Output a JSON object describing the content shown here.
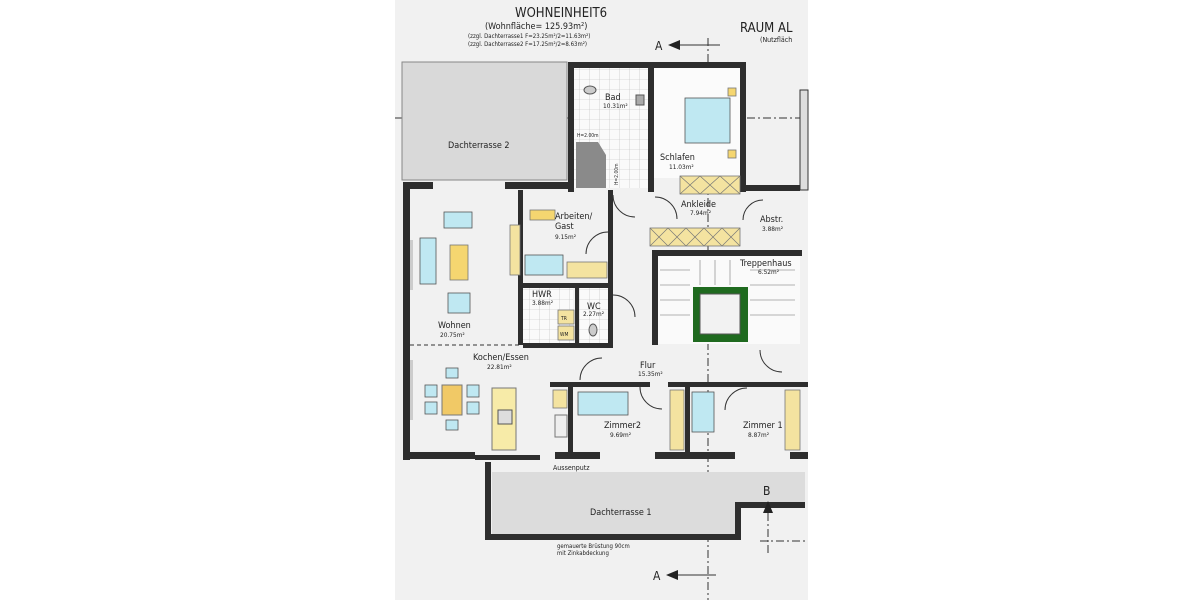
{
  "header": {
    "title": "WOHNEINHEIT6",
    "subtitle": "(Wohnfläche= 125.93m²)",
    "note1": "(zzgl. Dachterrasse1 F=23.25m²/2=11.63m²)",
    "note2": "(zzgl. Dachterrasse2 F=17.25m²/2=8.63m²)",
    "right_title": "RAUM AL",
    "right_subtitle": "(Nutzfläch"
  },
  "section_marks": {
    "a_top": "A",
    "a_bottom": "A",
    "b": "B"
  },
  "rooms": [
    {
      "name": "Dachterrasse 2",
      "area": ""
    },
    {
      "name": "Bad",
      "area": "10.31m²"
    },
    {
      "name": "Schlafen",
      "area": "11.03m²"
    },
    {
      "name": "Ankleide",
      "area": "7.94m²"
    },
    {
      "name": "Abstr.",
      "area": "3.88m²"
    },
    {
      "name": "Arbeiten/",
      "name2": "Gast",
      "area": "9.15m²"
    },
    {
      "name": "Treppenhaus",
      "area": "6.52m²"
    },
    {
      "name": "HWR",
      "area": "3.88m²"
    },
    {
      "name": "WC",
      "area": "2.27m²"
    },
    {
      "name": "Wohnen",
      "area": "20.75m²"
    },
    {
      "name": "Kochen/Essen",
      "area": "22.81m²"
    },
    {
      "name": "Flur",
      "area": "15.35m²"
    },
    {
      "name": "Zimmer2",
      "area": "9.69m²"
    },
    {
      "name": "Zimmer 1",
      "area": "8.87m²"
    },
    {
      "name": "Dachterrasse  1",
      "area": ""
    }
  ],
  "annotations": {
    "bad_height1": "H=2.00m",
    "bad_height2": "H=2.00m",
    "tr": "TR",
    "wm": "WM",
    "aussenputz": "Aussenputz",
    "bruestung1": "gemauerte Brüstung 90cm",
    "bruestung2": "mit Zinkabdeckung"
  }
}
